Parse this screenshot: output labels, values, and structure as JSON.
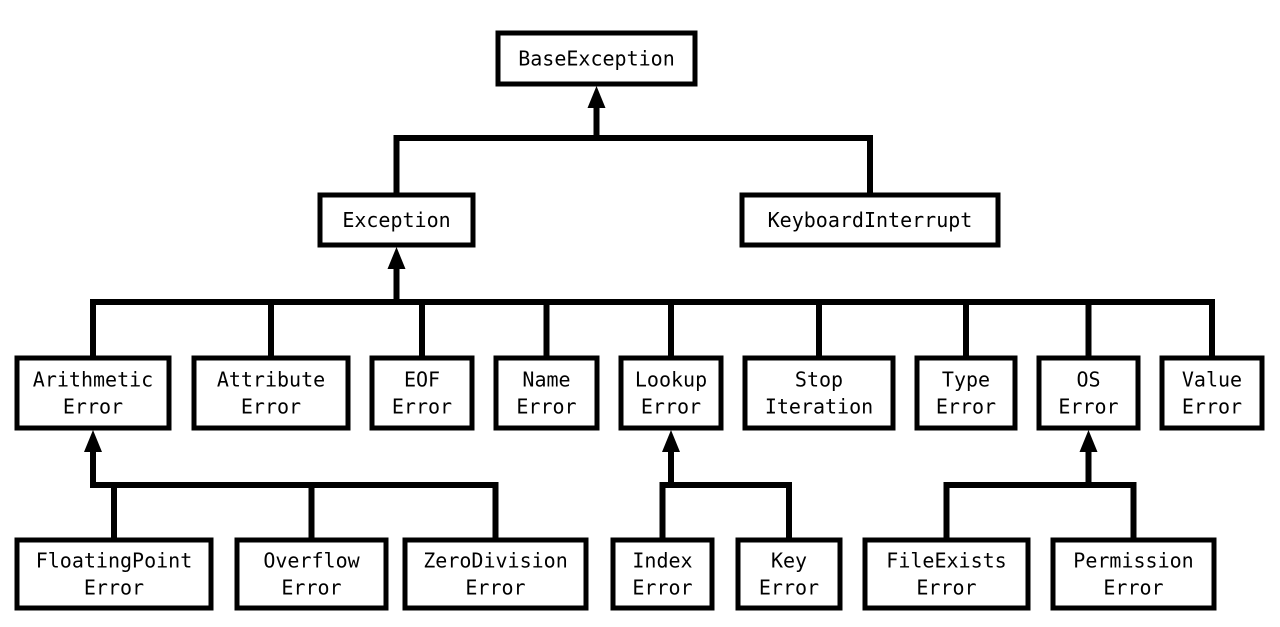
{
  "diagram": {
    "nodes": {
      "base": [
        "BaseException"
      ],
      "exception": [
        "Exception"
      ],
      "keyboard": [
        "KeyboardInterrupt"
      ],
      "arithmetic": [
        "Arithmetic",
        "Error"
      ],
      "attribute": [
        "Attribute",
        "Error"
      ],
      "eof": [
        "EOF",
        "Error"
      ],
      "name": [
        "Name",
        "Error"
      ],
      "lookup": [
        "Lookup",
        "Error"
      ],
      "stopiter": [
        "Stop",
        "Iteration"
      ],
      "type": [
        "Type",
        "Error"
      ],
      "os": [
        "OS",
        "Error"
      ],
      "value": [
        "Value",
        "Error"
      ],
      "floating": [
        "FloatingPoint",
        "Error"
      ],
      "overflow": [
        "Overflow",
        "Error"
      ],
      "zerodiv": [
        "ZeroDivision",
        "Error"
      ],
      "index": [
        "Index",
        "Error"
      ],
      "key": [
        "Key",
        "Error"
      ],
      "fileexists": [
        "FileExists",
        "Error"
      ],
      "permission": [
        "Permission",
        "Error"
      ]
    },
    "edges": [
      {
        "parent": "base",
        "children": [
          "exception",
          "keyboard"
        ]
      },
      {
        "parent": "exception",
        "children": [
          "arithmetic",
          "attribute",
          "eof",
          "name",
          "lookup",
          "stopiter",
          "type",
          "os",
          "value"
        ]
      },
      {
        "parent": "arithmetic",
        "children": [
          "floating",
          "overflow",
          "zerodiv"
        ]
      },
      {
        "parent": "lookup",
        "children": [
          "index",
          "key"
        ]
      },
      {
        "parent": "os",
        "children": [
          "fileexists",
          "permission"
        ]
      }
    ]
  }
}
